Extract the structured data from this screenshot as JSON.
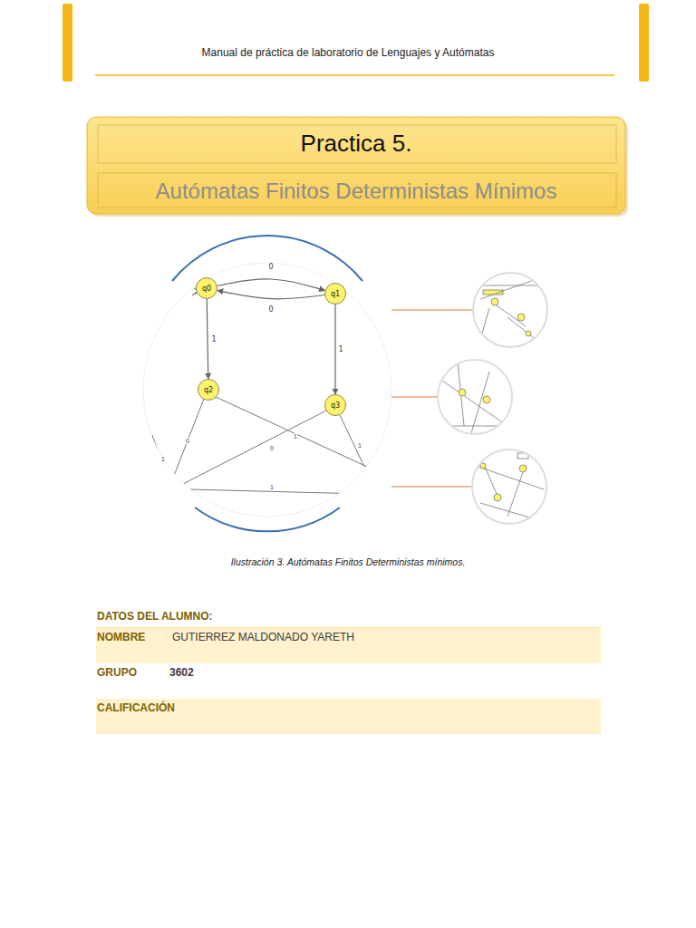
{
  "diagram": {
    "title": "Practica 5.",
    "caption": "Ilustración 3. Autómatas Finitos Deterministas mínimos.",
    "nodes": [
      {
        "text": [
          "q0"
        ]
      },
      {
        "text": [
          "q1"
        ]
      },
      {
        "text": [
          "q2"
        ]
      },
      {
        "text": [
          "q3"
        ]
      }
    ],
    "edges": [
      {
        "from": 0,
        "to": 1,
        "arrow": "to",
        "label": "0"
      },
      {
        "from": 1,
        "to": 0,
        "arrow": "to",
        "label": "0"
      },
      {
        "from": 0,
        "to": 2,
        "arrow": "to",
        "label": "1"
      },
      {
        "from": 1,
        "to": 3,
        "arrow": "to",
        "label": "1"
      }
    ],
    "labels": [
      "Manual de práctica de laboratorio de Lenguajes y Autómatas",
      "Autómatas Finitos Deterministas Mínimos",
      "1",
      "0",
      "0",
      "1",
      "1",
      "1",
      "DATOS DEL ALUMNO:",
      "NOMBRE",
      "GUTIERREZ MALDONADO YARETH",
      "GRUPO",
      "3602",
      "CALIFICACIÓN"
    ]
  }
}
